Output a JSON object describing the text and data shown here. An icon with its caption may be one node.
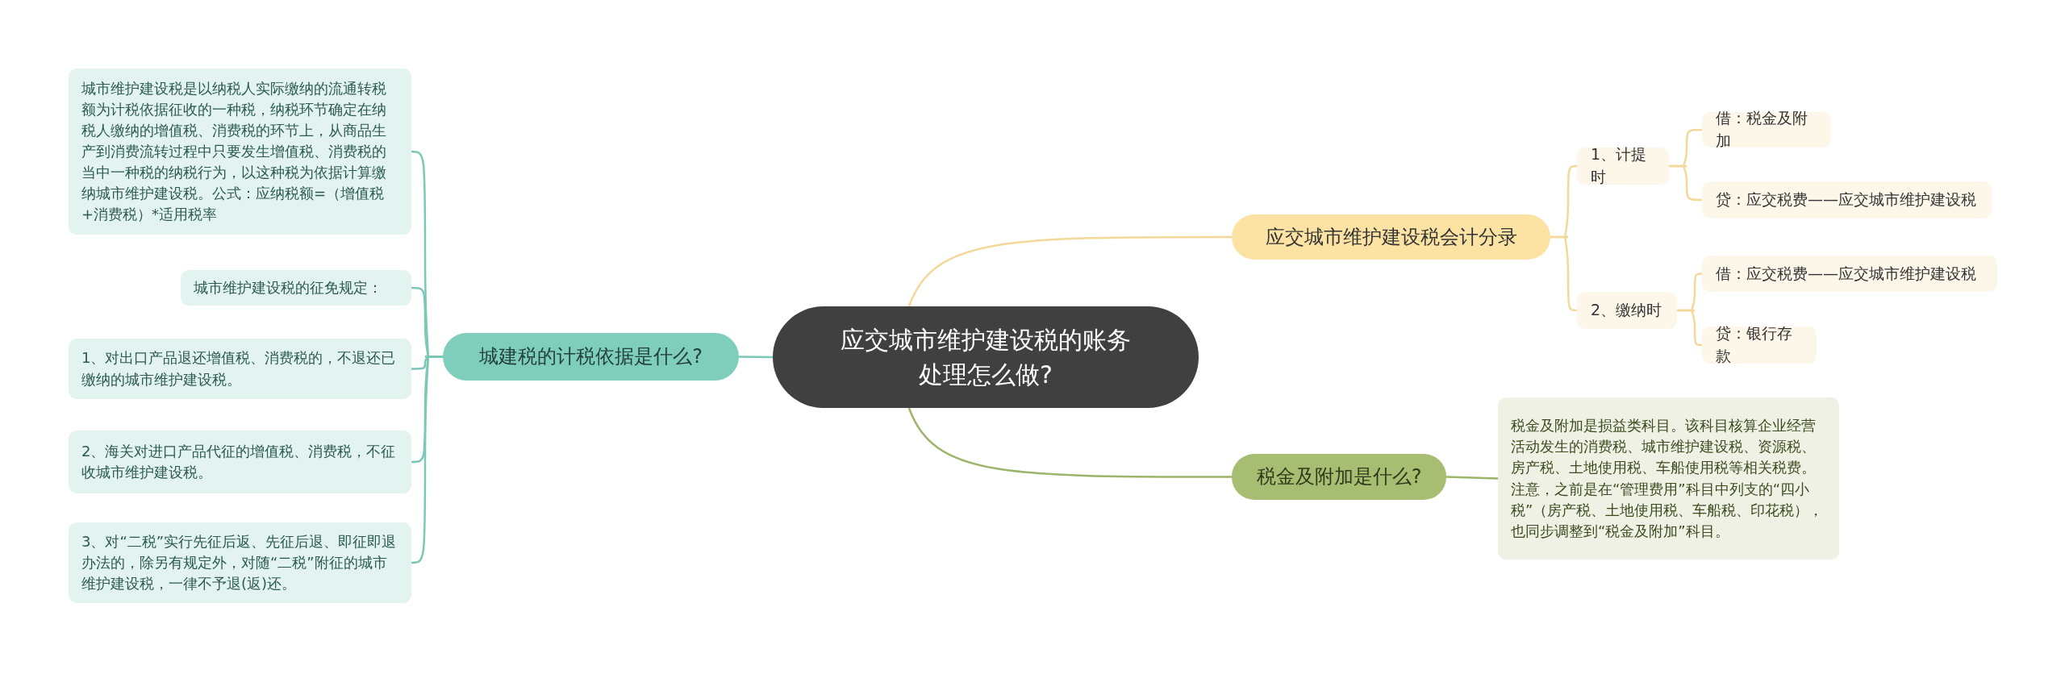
{
  "diagram": {
    "nodes": [
      {
        "text": [
          "应交城市维护建设税的账务处理怎么做?"
        ]
      },
      {
        "text": [
          "应交城市维护建设税会计分录"
        ]
      },
      {
        "text": [
          "1、计提时"
        ]
      },
      {
        "text": [
          "借：税金及附加"
        ]
      },
      {
        "text": [
          "贷：应交税费——应交城市维护建设税"
        ]
      },
      {
        "text": [
          "2、缴纳时"
        ]
      },
      {
        "text": [
          "借：应交税费——应交城市维护建设税"
        ]
      },
      {
        "text": [
          "贷：银行存款"
        ]
      },
      {
        "text": [
          "税金及附加是什么?"
        ]
      },
      {
        "text": [
          "税金及附加是损益类科目。该科目核算企业经营活动发生的消费税、城市维护建设税、资源税、房产税、土地使用税、车船使用税等相关税费。注意，之前是在“管理费用”科目中列支的“四小税”（房产税、土地使用税、车船税、印花税），也同步调整到“税金及附加”科目。"
        ]
      },
      {
        "text": [
          "城建税的计税依据是什么?"
        ]
      },
      {
        "text": [
          "城市维护建设税是以纳税人实际缴纳的流通转税额为计税依据征收的一种税，纳税环节确定在纳税人缴纳的增值税、消费税的环节上，从商品生产到消费流转过程中只要发生增值税、消费税的当中一种税的纳税行为，以这种税为依据计算缴纳城市维护建设税。公式：应纳税额=（增值税+消费税）*适用税率"
        ]
      },
      {
        "text": [
          "城市维护建设税的征免规定："
        ]
      },
      {
        "text": [
          "1、对出口产品退还增值税、消费税的，不退还已缴纳的城市维护建设税。"
        ]
      },
      {
        "text": [
          "2、海关对进口产品代征的增值税、消费税，不征收城市维护建设税。"
        ]
      },
      {
        "text": [
          "3、对“二税”实行先征后返、先征后退、即征即退办法的，除另有规定外，对随“二税”附征的城市维护建设税，一律不予退(返)还。"
        ]
      }
    ],
    "edges": [
      {
        "from": 0,
        "to": 1,
        "arrow": "none"
      },
      {
        "from": 1,
        "to": 2,
        "arrow": "none"
      },
      {
        "from": 2,
        "to": 3,
        "arrow": "none"
      },
      {
        "from": 2,
        "to": 4,
        "arrow": "none"
      },
      {
        "from": 1,
        "to": 5,
        "arrow": "none"
      },
      {
        "from": 5,
        "to": 6,
        "arrow": "none"
      },
      {
        "from": 5,
        "to": 7,
        "arrow": "none"
      },
      {
        "from": 0,
        "to": 8,
        "arrow": "none",
        "color": "#9db56a"
      },
      {
        "from": 8,
        "to": 9,
        "arrow": "none",
        "color": "#9db56a"
      },
      {
        "from": 0,
        "to": 10,
        "arrow": "none",
        "color": "#7cc8b6"
      },
      {
        "from": 10,
        "to": 11,
        "arrow": "none",
        "color": "#7cc8b6"
      },
      {
        "from": 10,
        "to": 12,
        "arrow": "none",
        "color": "#7cc8b6"
      },
      {
        "from": 10,
        "to": 13,
        "arrow": "none",
        "color": "#7cc8b6"
      },
      {
        "from": 10,
        "to": 14,
        "arrow": "none",
        "color": "#7cc8b6"
      },
      {
        "from": 10,
        "to": 15,
        "arrow": "none",
        "color": "#7cc8b6"
      }
    ]
  }
}
